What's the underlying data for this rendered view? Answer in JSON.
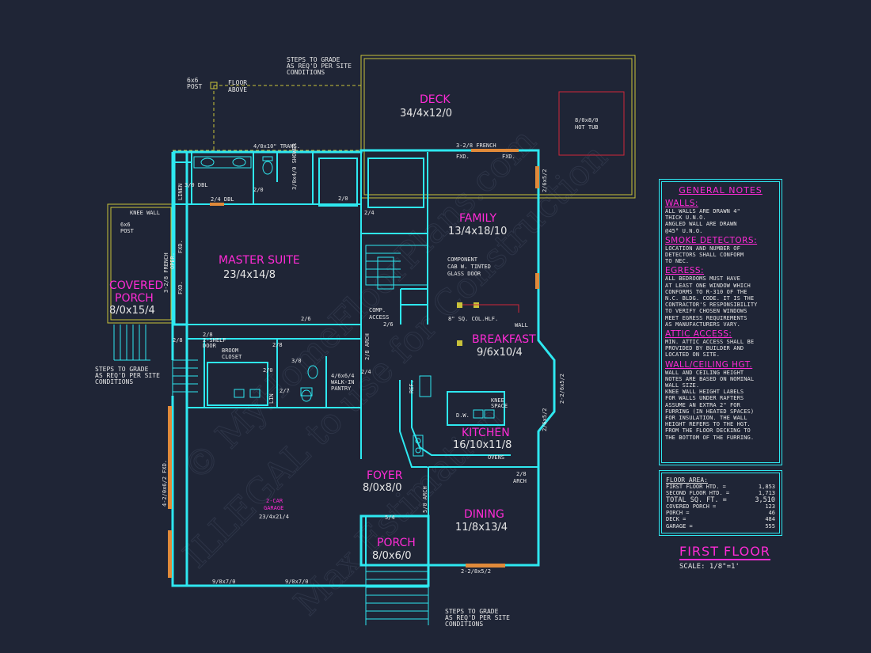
{
  "rooms": {
    "deck": {
      "name": "DECK",
      "dim": "34/4x12/0"
    },
    "family": {
      "name": "FAMILY",
      "dim": "13/4x18/10"
    },
    "master": {
      "name": "MASTER SUITE",
      "dim": "23/4x14/8"
    },
    "covered_porch": {
      "name1": "COVERED",
      "name2": "PORCH",
      "dim": "8/0x15/4"
    },
    "breakfast": {
      "name": "BREAKFAST",
      "dim": "9/6x10/4"
    },
    "kitchen": {
      "name": "KITCHEN",
      "dim": "16/10x11/8"
    },
    "foyer": {
      "name": "FOYER",
      "dim": "8/0x8/0"
    },
    "dining": {
      "name": "DINING",
      "dim": "11/8x13/4"
    },
    "porch": {
      "name": "PORCH",
      "dim": "8/0x6/0"
    },
    "garage": {
      "name1": "2-CAR",
      "name2": "GARAGE",
      "dim": "23/4x21/4"
    }
  },
  "labels": {
    "steps_top1": "STEPS TO GRADE",
    "steps_top2": "AS REQ'D PER SITE",
    "steps_top3": "CONDITIONS",
    "post_6x6_a1": "6x6",
    "post_6x6_a2": "POST",
    "floor_above1": "FLOOR",
    "floor_above2": "ABOVE",
    "hot_tub1": "8/0x8/0",
    "hot_tub2": "HOT TUB",
    "trans": "4/0x10\" TRANS.",
    "french_top": "3-2/8 FRENCH",
    "fxd": "FXD.",
    "linen": "LINEN",
    "dbl": "3/0 DBL",
    "dbl2": "2/4 DBL",
    "shower": "3/0x4/0 SHOWER",
    "d20a": "2/0",
    "d20b": "2/0",
    "d24": "2/4",
    "d26a": "2/6",
    "d26b": "2/6",
    "d28a": "2/8",
    "d28b": "2/8",
    "knee_wall": "KNEE WALL",
    "post_6x6_b1": "6x6",
    "post_6x6_b2": "POST",
    "french_side": "3-2/8 FRENCH",
    "oper": "OPER.",
    "component1": "COMPONENT",
    "component2": "CAB W. TINTED",
    "component3": "GLASS DOOR",
    "comp_access1": "COMP.",
    "comp_access2": "ACCESS",
    "colmn1": "8\" SQ. COL.HLF.",
    "colmn2": "WALL",
    "win_side1": "2/6x5/2",
    "win_side2": "2-2/6x5/2",
    "win_side3": "2/6x5/2",
    "arch_a": "2/8 ARCH",
    "d26c": "2/6",
    "two_shelf1": "2/8",
    "two_shelf2": "2-SHELF",
    "two_shelf3": "DOOR",
    "broom1": "BROOM",
    "broom2": "CLOSET",
    "d28c": "2/8",
    "d20c": "2/0",
    "d30": "3/0",
    "d24b": "2/4",
    "pantry1": "4/6x6/4",
    "pantry2": "WALK-IN",
    "pantry3": "PANTRY",
    "d27": "2/7",
    "lin": "LIN",
    "steps_left1": "STEPS TO GRADE",
    "steps_left2": "AS REQ'D PER SITE",
    "steps_left3": "CONDITIONS",
    "d28d": "2/8",
    "ref": "REF.",
    "knee_space1": "KNEE",
    "knee_space2": "SPACE",
    "dw": "D.W.",
    "ovens": "OVENS",
    "arch_b1": "2/8",
    "arch_b2": "ARCH",
    "arch_c": "5/0 ARCH",
    "d54": "5/4",
    "win_dining": "2-2/8x5/2",
    "garage_win": "4-2/0x6/2 FXD.",
    "gdoor1": "9/0x7/0",
    "gdoor2": "9/0x7/0",
    "steps_bot1": "STEPS TO GRADE",
    "steps_bot2": "AS REQ'D PER SITE",
    "steps_bot3": "CONDITIONS"
  },
  "notes": {
    "title": "GENERAL NOTES",
    "sections": [
      {
        "heading": "WALLS:",
        "text": "ALL WALLS ARE DRAWN 4\"\nTHICK U.N.O.\nANGLED WALL ARE DRAWN\n@45° U.N.O."
      },
      {
        "heading": "SMOKE DETECTORS:",
        "text": "LOCATION AND NUMBER OF\nDETECTORS SHALL CONFORM\nTO NEC."
      },
      {
        "heading": "EGRESS:",
        "text": "ALL BEDROOMS MUST HAVE\nAT LEAST ONE WINDOW WHICH\nCONFORMS TO R-310 OF THE\nN.C. BLDG. CODE. IT IS THE\nCONTRACTOR'S RESPONSIBILITY\nTO VERIFY CHOSEN WINDOWS\nMEET EGRESS REQUIREMENTS\nAS MANUFACTURERS VARY."
      },
      {
        "heading": "ATTIC ACCESS:",
        "text": "MIN. ATTIC ACCESS SHALL BE\nPROVIDED BY BUILDER AND\nLOCATED ON SITE."
      },
      {
        "heading": "WALL/CEILING HGT.",
        "text": "WALL AND CEILING HEIGHT\nNOTES ARE BASED ON NOMINAL\nWALL SIZE.\nKNEE WALL HEIGHT LABELS\nFOR WALLS UNDER RAFTERS\nASSUME AN EXTRA 2\" FOR\nFURRING (IN HEATED SPACES)\nFOR INSULATION. THE WALL\nHEIGHT REFERS TO THE HGT.\nFROM THE FLOOR DECKING TO\nTHE BOTTOM OF THE FURRING."
      }
    ]
  },
  "floor_area": {
    "heading": "FLOOR AREA:",
    "rows": [
      {
        "label": "FIRST FLOOR HTD. =",
        "value": "1,853"
      },
      {
        "label": "SECOND FLOOR HTD. =",
        "value": "1,713"
      },
      {
        "label": "TOTAL SQ. FT. =",
        "value": "3,510",
        "big": true
      },
      {
        "label": "COVERED PORCH =",
        "value": "123"
      },
      {
        "label": "PORCH =",
        "value": "46"
      },
      {
        "label": "DECK =",
        "value": "484"
      },
      {
        "label": "GARAGE =",
        "value": "555"
      }
    ]
  },
  "title": {
    "text": "FIRST FLOOR",
    "scale": "SCALE: 1/8\"=1'"
  },
  "watermark": {
    "line1": "© MyHomeFloorPlans.com",
    "line2": "ILLEGAL to use for Construction",
    "line3": "Max Estimation"
  },
  "colors": {
    "background": "#1f2536",
    "walls": "#2ee8f0",
    "room_names": "#ff2bd6",
    "outline": "#c9c23a",
    "windows": "#e08a3a",
    "hot_tub": "#d0263a"
  }
}
